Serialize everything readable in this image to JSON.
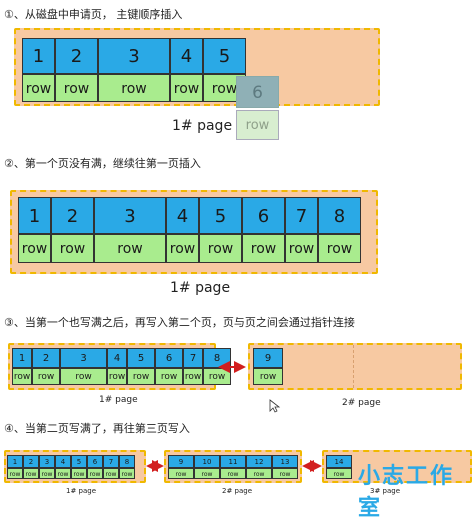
{
  "steps": [
    "①、从磁盘中申请页， 主键顺序插入",
    "②、第一个页没有满，继续往第一页插入",
    "③、当第一个也写满之后，再写入第二个页，页与页之间会通过指针连接",
    "④、当第二页写满了，再往第三页写入"
  ],
  "section1": {
    "ids": [
      "1",
      "2",
      "3",
      "4",
      "5"
    ],
    "row": "row",
    "ghost_id": "6",
    "ghost_row": "row",
    "page_label": "1# page"
  },
  "section2": {
    "ids": [
      "1",
      "2",
      "3",
      "4",
      "5",
      "6",
      "7",
      "8"
    ],
    "row": "row",
    "page_label": "1# page"
  },
  "section3": {
    "page1_ids": [
      "1",
      "2",
      "3",
      "4",
      "5",
      "6",
      "7",
      "8"
    ],
    "page2_ids": [
      "9"
    ],
    "row": "row",
    "page1_label": "1# page",
    "page2_label": "2# page"
  },
  "section4": {
    "page1_ids": [
      "1",
      "2",
      "3",
      "4",
      "5",
      "6",
      "7",
      "8"
    ],
    "page2_ids": [
      "9",
      "10",
      "11",
      "12",
      "13"
    ],
    "page3_ids": [
      "14"
    ],
    "row": "row",
    "page1_label": "1# page",
    "page2_label": "2# page",
    "page3_label": "3# page"
  },
  "watermark": "小志工作室",
  "colors": {
    "id_cell": "#2aa9e6",
    "row_cell": "#a9ec8e",
    "page_bg": "#f7c9a2",
    "page_border": "#f0b800",
    "pointer": "#d21f1f"
  }
}
